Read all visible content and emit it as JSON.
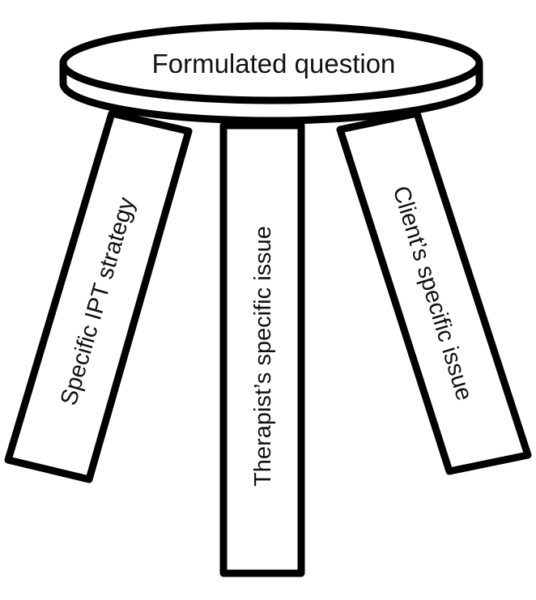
{
  "diagram": {
    "seat_label": "Formulated question",
    "legs": [
      {
        "label": "Specific IPT strategy"
      },
      {
        "label": "Therapist’s specific issue"
      },
      {
        "label": "Client’s specific issue"
      }
    ],
    "colors": {
      "stroke": "#000000",
      "fill": "#ffffff",
      "text": "#111111"
    }
  }
}
